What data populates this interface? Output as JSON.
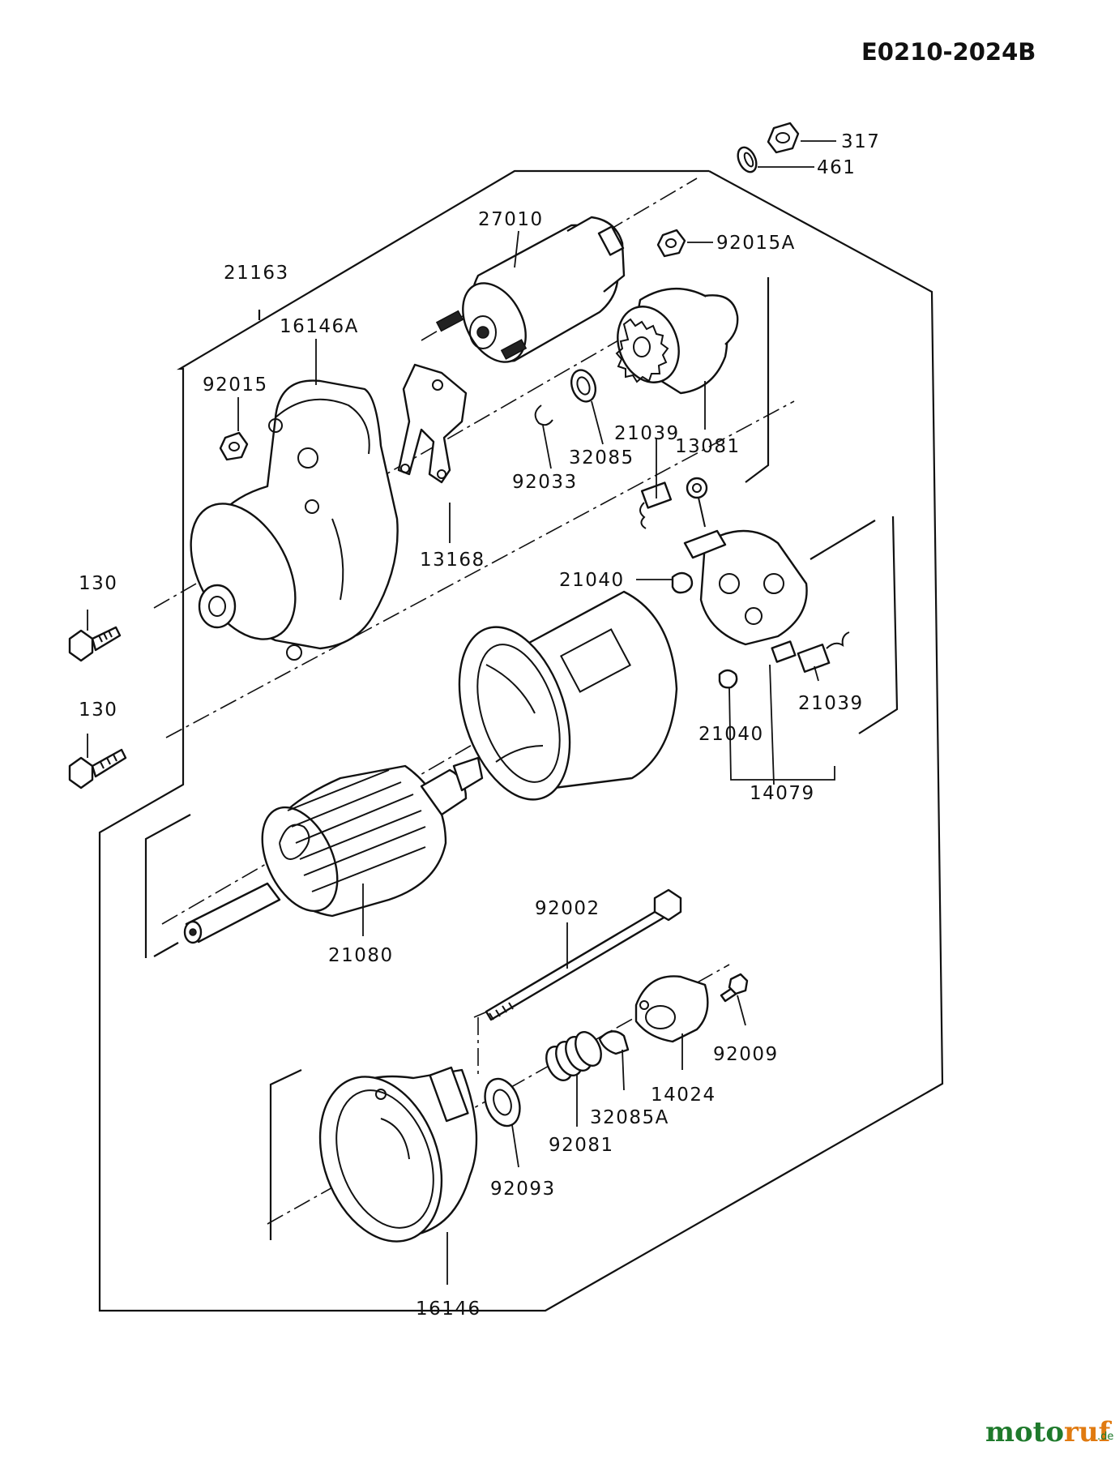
{
  "diagram_id": "E0210-2024B",
  "watermark": {
    "main": "motoruf",
    "suffix": ".de"
  },
  "part_labels": {
    "p317": "317",
    "p461": "461",
    "p27010": "27010",
    "p92015A": "92015A",
    "p21163": "21163",
    "p16146A": "16146A",
    "p92015": "92015",
    "p13168": "13168",
    "p92033": "92033",
    "p32085": "32085",
    "p21039_top": "21039",
    "p13081": "13081",
    "p21040_top": "21040",
    "p130_top": "130",
    "p130_bottom": "130",
    "p21039_bottom": "21039",
    "p21040_bottom": "21040",
    "p14079": "14079",
    "p21080": "21080",
    "p92002": "92002",
    "p92009": "92009",
    "p14024": "14024",
    "p32085A": "32085A",
    "p92081": "92081",
    "p92093": "92093",
    "p16146": "16146"
  }
}
